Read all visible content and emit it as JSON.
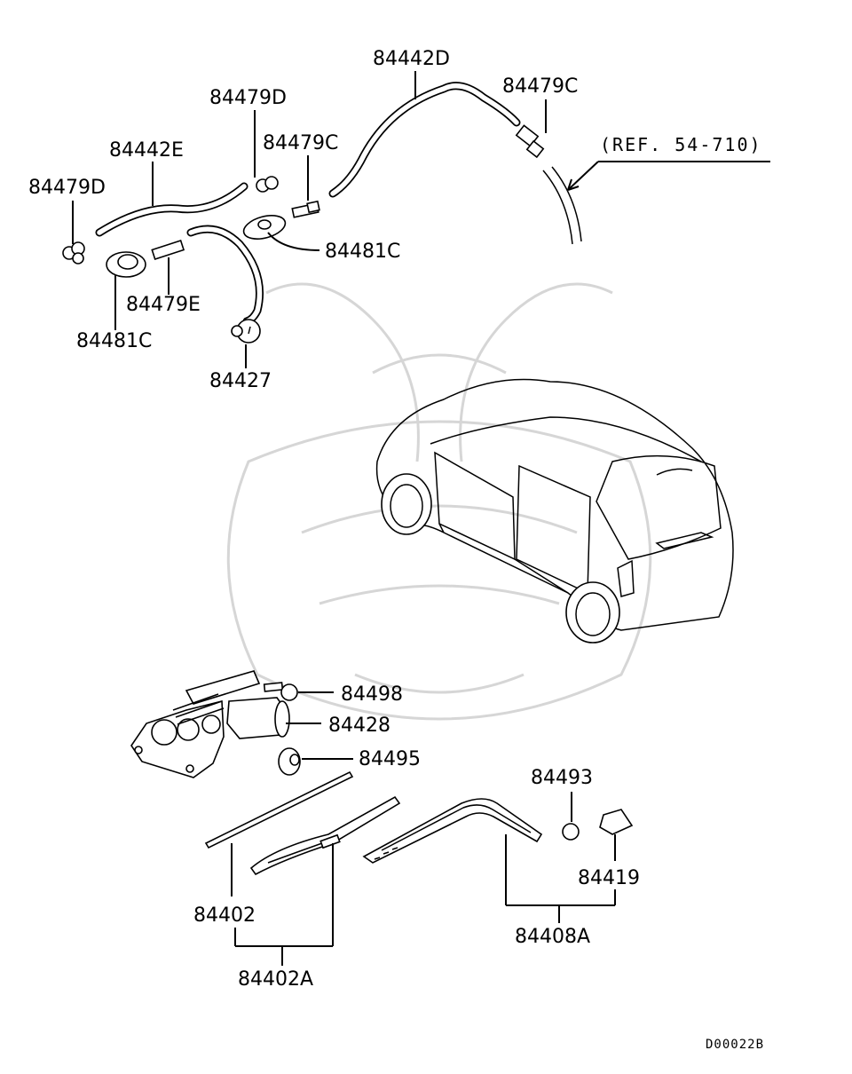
{
  "diagram": {
    "reference_note": "(REF. 54-710)",
    "drawing_code": "D00022B",
    "parts": {
      "p84442D": "84442D",
      "p84479C_top": "84479C",
      "p84479D_top": "84479D",
      "p84479C_mid": "84479C",
      "p84442E": "84442E",
      "p84479D_left": "84479D",
      "p84481C_right": "84481C",
      "p84479E": "84479E",
      "p84481C_left": "84481C",
      "p84427": "84427",
      "p84498": "84498",
      "p84428": "84428",
      "p84495": "84495",
      "p84493": "84493",
      "p84419": "84419",
      "p84402": "84402",
      "p84402A": "84402A",
      "p84408A": "84408A"
    }
  }
}
